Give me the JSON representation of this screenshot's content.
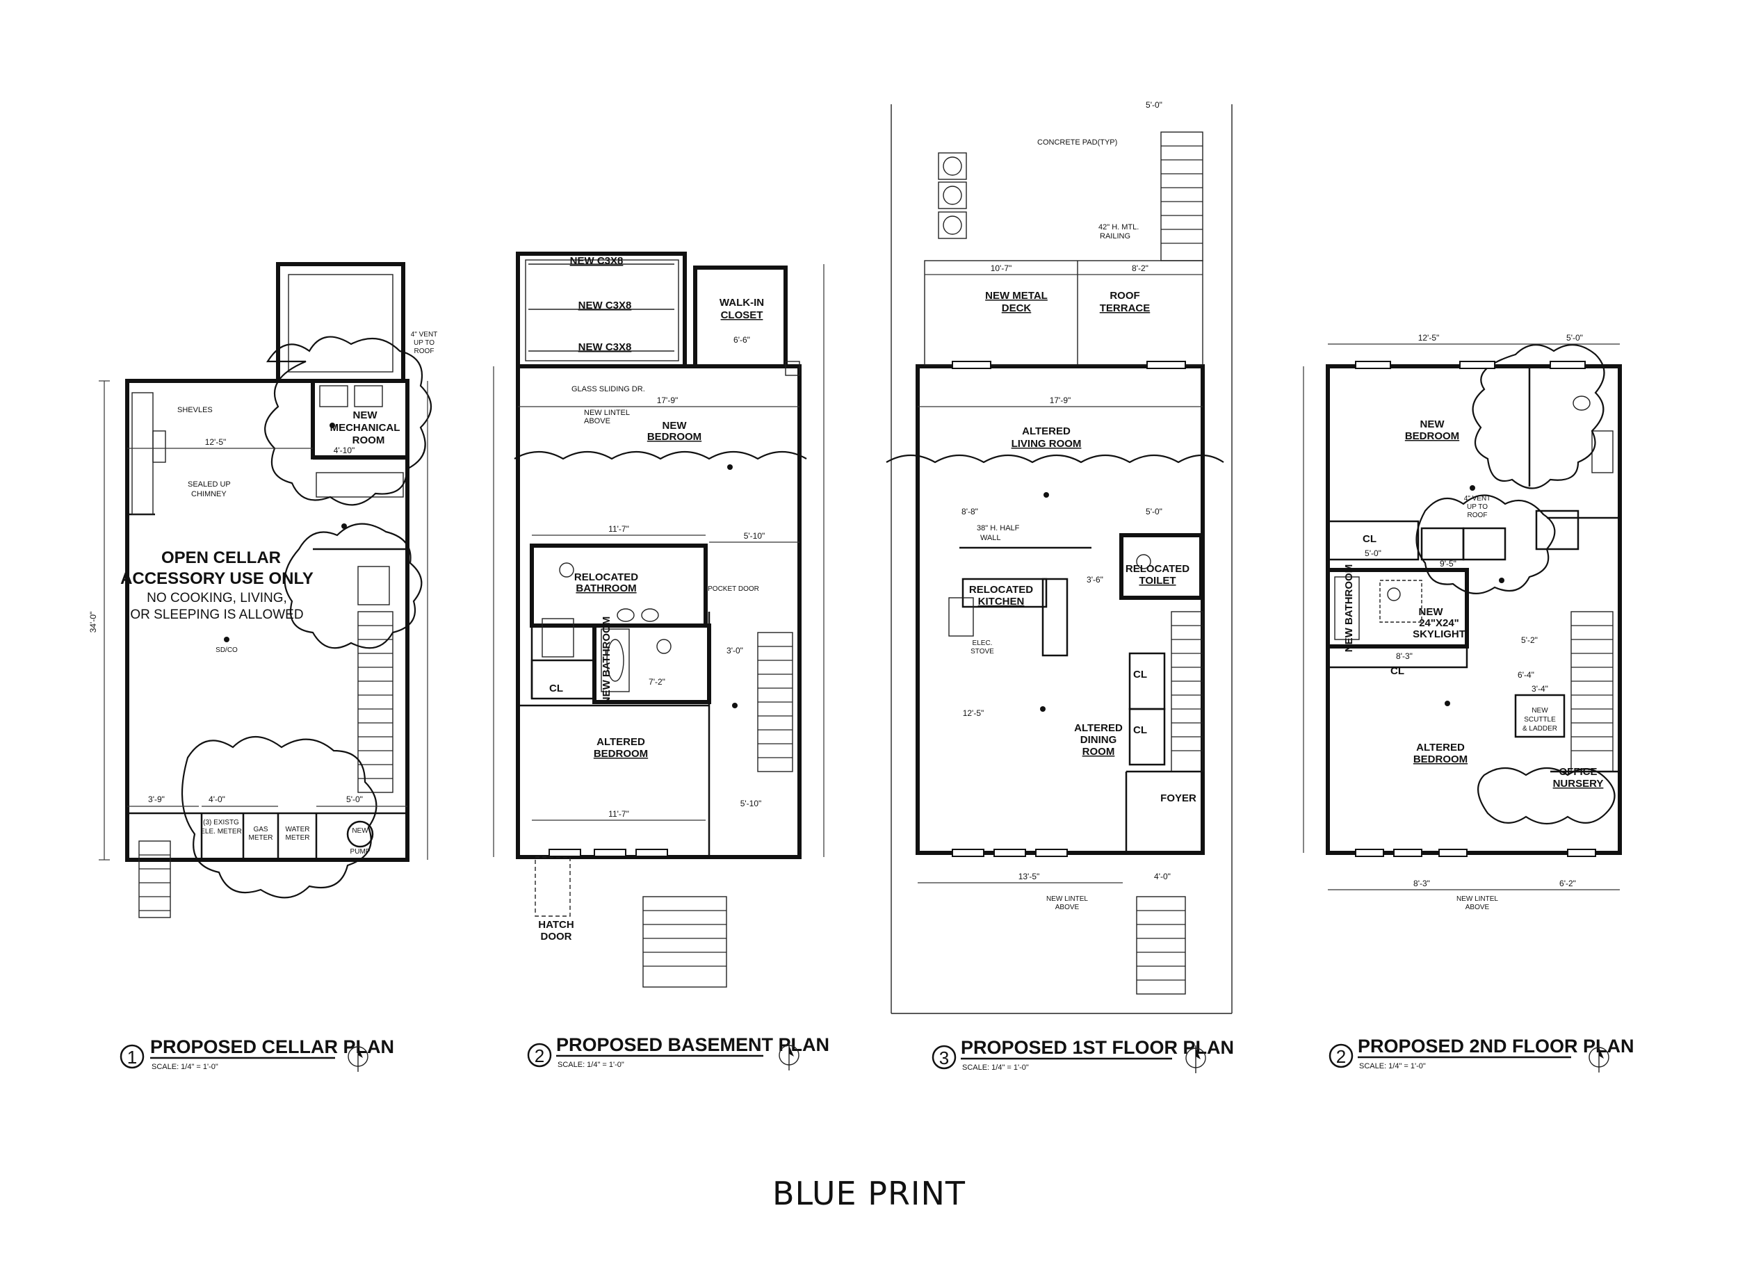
{
  "page_title": "BLUE PRINT",
  "plans": [
    {
      "number": "1",
      "title": "PROPOSED CELLAR PLAN",
      "scale": "SCALE: 1/4\" = 1'-0\"",
      "rooms": {
        "main_line1": "OPEN CELLAR",
        "main_line2": "ACCESSORY USE ONLY",
        "note_line1": "NO COOKING, LIVING,",
        "note_line2": "OR SLEEPING IS ALLOWED",
        "mechanical": "NEW MECHANICAL ROOM",
        "mechanical_a": "NEW",
        "mechanical_b": "MECHANICAL",
        "mechanical_c": "ROOM",
        "shelves": "SHEVLES",
        "chimney_a": "SEALED UP",
        "chimney_b": "CHIMNEY",
        "elec_meter_a": "(3) EXISTG",
        "elec_meter_b": "ELE. METER",
        "gas_meter_a": "GAS",
        "gas_meter_b": "METER",
        "water_meter_a": "WATER",
        "water_meter_b": "METER",
        "pump_a": "NEW",
        "pump_b": "PUMP"
      },
      "dims": {
        "d1": "12'-5\"",
        "d2": "4'-10\"",
        "d3": "3'-9\"",
        "d4": "4'-0\"",
        "d5": "5'-0\"",
        "overall": "34'-0\""
      },
      "notes": {
        "vent_a": "4\" VENT",
        "vent_b": "UP TO",
        "vent_c": "ROOF",
        "smoke": "SD/CO"
      }
    },
    {
      "number": "2",
      "title": "PROPOSED BASEMENT PLAN",
      "scale": "SCALE: 1/4\" = 1'-0\"",
      "rooms": {
        "c3x8_1": "NEW C3X8",
        "c3x8_2": "NEW C3X8",
        "c3x8_3": "NEW C3X8",
        "closet_a": "WALK-IN",
        "closet_b": "CLOSET",
        "bedroom_a": "NEW",
        "bedroom_b": "BEDROOM",
        "bath_a": "RELOCATED",
        "bath_b": "BATHROOM",
        "new_bath": "NEW BATHROOM",
        "cl": "CL",
        "altered_a": "ALTERED",
        "altered_b": "BEDROOM",
        "hatch_a": "HATCH",
        "hatch_b": "DOOR",
        "glass_a": "GLASS SLIDING DR.",
        "lintel_a": "NEW LINTEL",
        "lintel_b": "ABOVE",
        "pocket": "POCKET DOOR"
      },
      "dims": {
        "d1": "17'-9\"",
        "d2": "11'-7\"",
        "d3": "5'-10\"",
        "d4": "6'-6\"",
        "d5": "3'-0\"",
        "d6": "11'-7\"",
        "d7": "5'-10\"",
        "d8": "7'-2\""
      }
    },
    {
      "number": "3",
      "title": "PROPOSED 1ST FLOOR PLAN",
      "scale": "SCALE: 1/4\" = 1'-0\"",
      "rooms": {
        "deck_a": "NEW METAL",
        "deck_b": "DECK",
        "terrace_a": "ROOF",
        "terrace_b": "TERRACE",
        "living_a": "ALTERED",
        "living_b": "LIVING ROOM",
        "kitchen_a": "RELOCATED",
        "kitchen_b": "KITCHEN",
        "toilet_a": "RELOCATED",
        "toilet_b": "TOILET",
        "dining_a": "ALTERED",
        "dining_b": "DINING",
        "dining_c": "ROOM",
        "foyer": "FOYER",
        "cl1": "CL",
        "cl2": "CL",
        "half_wall_a": "38\" H. HALF",
        "half_wall_b": "WALL",
        "stove_a": "ELEC.",
        "stove_b": "STOVE",
        "concrete_pad": "CONCRETE PAD(TYP)",
        "railing_a": "42\" H. MTL.",
        "railing_b": "RAILING",
        "lintel_a": "NEW LINTEL",
        "lintel_b": "ABOVE"
      },
      "dims": {
        "d1": "10'-7\"",
        "d2": "8'-2\"",
        "d3": "17'-9\"",
        "d4": "8'-8\"",
        "d5": "5'-0\"",
        "d6": "3'-6\"",
        "d7": "12'-5\"",
        "d8": "13'-5\"",
        "d9": "4'-0\"",
        "d10": "5'-0\""
      }
    },
    {
      "number": "2",
      "title": "PROPOSED 2ND FLOOR PLAN",
      "scale": "SCALE: 1/4\" = 1'-0\"",
      "rooms": {
        "bedroom_a": "NEW",
        "bedroom_b": "BEDROOM",
        "cl1": "CL",
        "cl2": "CL",
        "bath": "NEW BATHROOM",
        "skylight_a": "NEW",
        "skylight_b": "24\"X24\"",
        "skylight_c": "SKYLIGHT",
        "scuttle_a": "NEW",
        "scuttle_b": "SCUTTLE",
        "scuttle_c": "& LADDER",
        "altered_a": "ALTERED",
        "altered_b": "BEDROOM",
        "office_a": "OFFICE",
        "office_b": "NURSERY",
        "vent_a": "4\" VENT",
        "vent_b": "UP TO",
        "vent_c": "ROOF",
        "lintel_a": "NEW LINTEL",
        "lintel_b": "ABOVE"
      },
      "dims": {
        "d1": "12'-5\"",
        "d2": "5'-0\"",
        "d3": "5'-0\"",
        "d4": "9'-5\"",
        "d5": "8'-3\"",
        "d6": "6'-4\"",
        "d7": "5'-2\"",
        "d8": "3'-4\"",
        "d9": "8'-3\"",
        "d10": "6'-2\""
      }
    }
  ]
}
